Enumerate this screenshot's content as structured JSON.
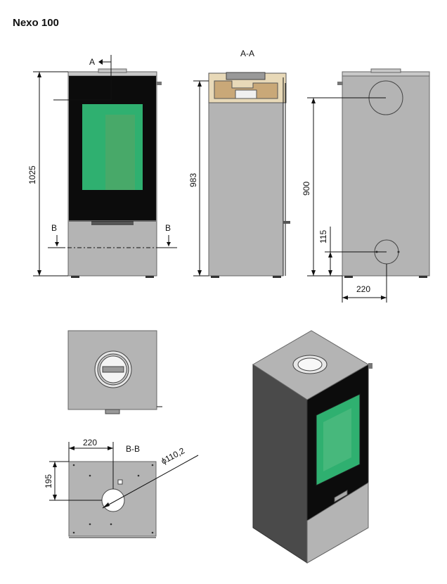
{
  "title": "Nexo 100",
  "labels": {
    "section_a": "A",
    "section_aa": "A-A",
    "section_b_left": "B",
    "section_b_right": "B",
    "section_bb": "B-B"
  },
  "dimensions": {
    "front_height": "1025",
    "section_height": "983",
    "rear_outlet_height": "900",
    "rear_inlet_height": "115",
    "rear_inlet_offset": "220",
    "plan_offset_x": "220",
    "plan_offset_y": "195",
    "inlet_diameter": "ϕ110,2"
  },
  "colors": {
    "body_grey": "#b4b4b4",
    "door_black": "#0c0c0c",
    "glass_green": "#2fb070",
    "dark_side": "#4a4a4a"
  }
}
